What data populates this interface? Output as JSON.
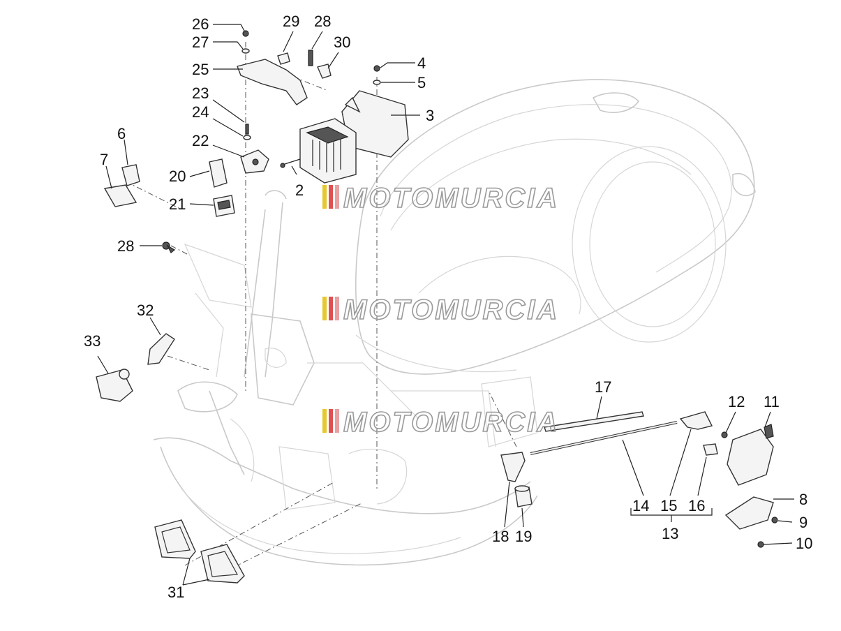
{
  "watermark": {
    "text": "MOTOMURCIA",
    "stripe_colors": [
      "#e8c830",
      "#e05050",
      "#e8a0a0"
    ]
  },
  "callouts": [
    {
      "id": "c26",
      "text": "26"
    },
    {
      "id": "c27",
      "text": "27"
    },
    {
      "id": "c25",
      "text": "25"
    },
    {
      "id": "c29",
      "text": "29"
    },
    {
      "id": "c28a",
      "text": "28"
    },
    {
      "id": "c30",
      "text": "30"
    },
    {
      "id": "c4",
      "text": "4"
    },
    {
      "id": "c5",
      "text": "5"
    },
    {
      "id": "c3",
      "text": "3"
    },
    {
      "id": "c23",
      "text": "23"
    },
    {
      "id": "c24",
      "text": "24"
    },
    {
      "id": "c22",
      "text": "22"
    },
    {
      "id": "c6",
      "text": "6"
    },
    {
      "id": "c7",
      "text": "7"
    },
    {
      "id": "c20",
      "text": "20"
    },
    {
      "id": "c21",
      "text": "21"
    },
    {
      "id": "c2",
      "text": "2"
    },
    {
      "id": "c28b",
      "text": "28"
    },
    {
      "id": "c32",
      "text": "32"
    },
    {
      "id": "c33",
      "text": "33"
    },
    {
      "id": "c17",
      "text": "17"
    },
    {
      "id": "c12",
      "text": "12"
    },
    {
      "id": "c11",
      "text": "11"
    },
    {
      "id": "c8",
      "text": "8"
    },
    {
      "id": "c9",
      "text": "9"
    },
    {
      "id": "c10",
      "text": "10"
    },
    {
      "id": "c14",
      "text": "14"
    },
    {
      "id": "c15",
      "text": "15"
    },
    {
      "id": "c16",
      "text": "16"
    },
    {
      "id": "c13",
      "text": "13"
    },
    {
      "id": "c18",
      "text": "18"
    },
    {
      "id": "c19",
      "text": "19"
    },
    {
      "id": "c31",
      "text": "31"
    }
  ]
}
